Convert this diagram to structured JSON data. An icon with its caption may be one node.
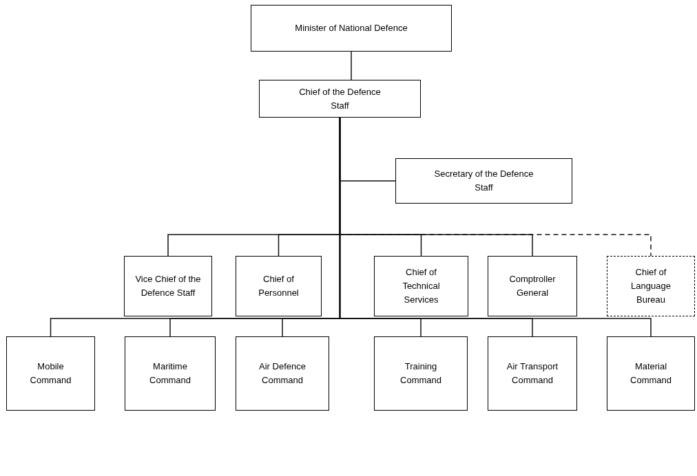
{
  "diagram": {
    "nodes": [
      {
        "text": [
          "Minister of National Defence"
        ]
      },
      {
        "text": [
          "Chief of the Defence Staff"
        ]
      },
      {
        "text": [
          "Secretary of the Defence Staff"
        ]
      },
      {
        "text": [
          "Vice Chief of the Defence Staff"
        ]
      },
      {
        "text": [
          "Chief of Personnel"
        ]
      },
      {
        "text": [
          "Chief of Technical Services"
        ]
      },
      {
        "text": [
          "Comptroller General"
        ]
      },
      {
        "text": [
          "Chief of Language Bureau"
        ]
      },
      {
        "text": [
          "Mobile Command"
        ]
      },
      {
        "text": [
          "Maritime Command"
        ]
      },
      {
        "text": [
          "Air Defence Command"
        ]
      },
      {
        "text": [
          "Training Command"
        ]
      },
      {
        "text": [
          "Air Transport Command"
        ]
      },
      {
        "text": [
          "Material Command"
        ]
      }
    ],
    "edges": [
      {
        "from": 0,
        "to": 1,
        "arrow": "none"
      },
      {
        "from": 1,
        "to": 2,
        "arrow": "none"
      },
      {
        "from": 1,
        "to": 3,
        "arrow": "none"
      },
      {
        "from": 1,
        "to": 4,
        "arrow": "none"
      },
      {
        "from": 1,
        "to": 5,
        "arrow": "none"
      },
      {
        "from": 1,
        "to": 6,
        "arrow": "none"
      },
      {
        "from": 1,
        "to": 7,
        "arrow": "none",
        "style": "dashed"
      },
      {
        "from": 1,
        "to": 8,
        "arrow": "none"
      },
      {
        "from": 1,
        "to": 9,
        "arrow": "none"
      },
      {
        "from": 1,
        "to": 10,
        "arrow": "none"
      },
      {
        "from": 1,
        "to": 11,
        "arrow": "none"
      },
      {
        "from": 1,
        "to": 12,
        "arrow": "none"
      },
      {
        "from": 1,
        "to": 13,
        "arrow": "none"
      }
    ]
  }
}
